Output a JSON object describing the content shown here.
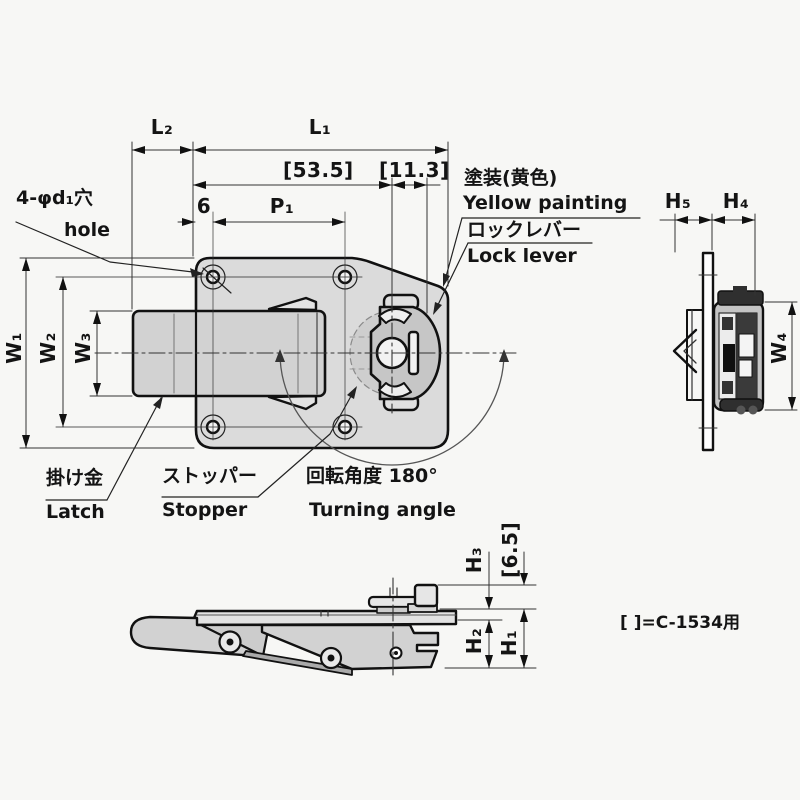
{
  "drawing": {
    "title_note": "[ ]=C-1534用",
    "colors": {
      "line": "#1a1a1a",
      "fill_gray": "#d6d6d6",
      "background": "#f7f7f5"
    },
    "views": [
      "top-view",
      "right-side-view",
      "front-view"
    ],
    "dimensions": {
      "top": {
        "l2": "L₂",
        "l1": "L₁",
        "bracket_53_5": "[53.5]",
        "bracket_11_3": "[11.3]",
        "six": "6",
        "p1": "P₁"
      },
      "left": {
        "w1": "W₁",
        "w2": "W₂",
        "w3": "W₃"
      },
      "side": {
        "h5": "H₅",
        "h4": "H₄",
        "w4": "W₄"
      },
      "front": {
        "h3": "H₃",
        "bracket_6_5": "[6.5]",
        "h2": "H₂",
        "h1": "H₁"
      }
    },
    "callouts": {
      "hole": {
        "jp": "4-φd₁穴",
        "en": "hole"
      },
      "yellow_painting": {
        "jp": "塗装(黄色)",
        "en": "Yellow painting"
      },
      "lock_lever": {
        "jp": "ロックレバー",
        "en": "Lock lever"
      },
      "latch": {
        "jp": "掛け金",
        "en": "Latch"
      },
      "stopper": {
        "jp": "ストッパー",
        "en": "Stopper"
      },
      "turning_angle": {
        "jp": "回転角度 180°",
        "en": "Turning angle"
      }
    }
  }
}
